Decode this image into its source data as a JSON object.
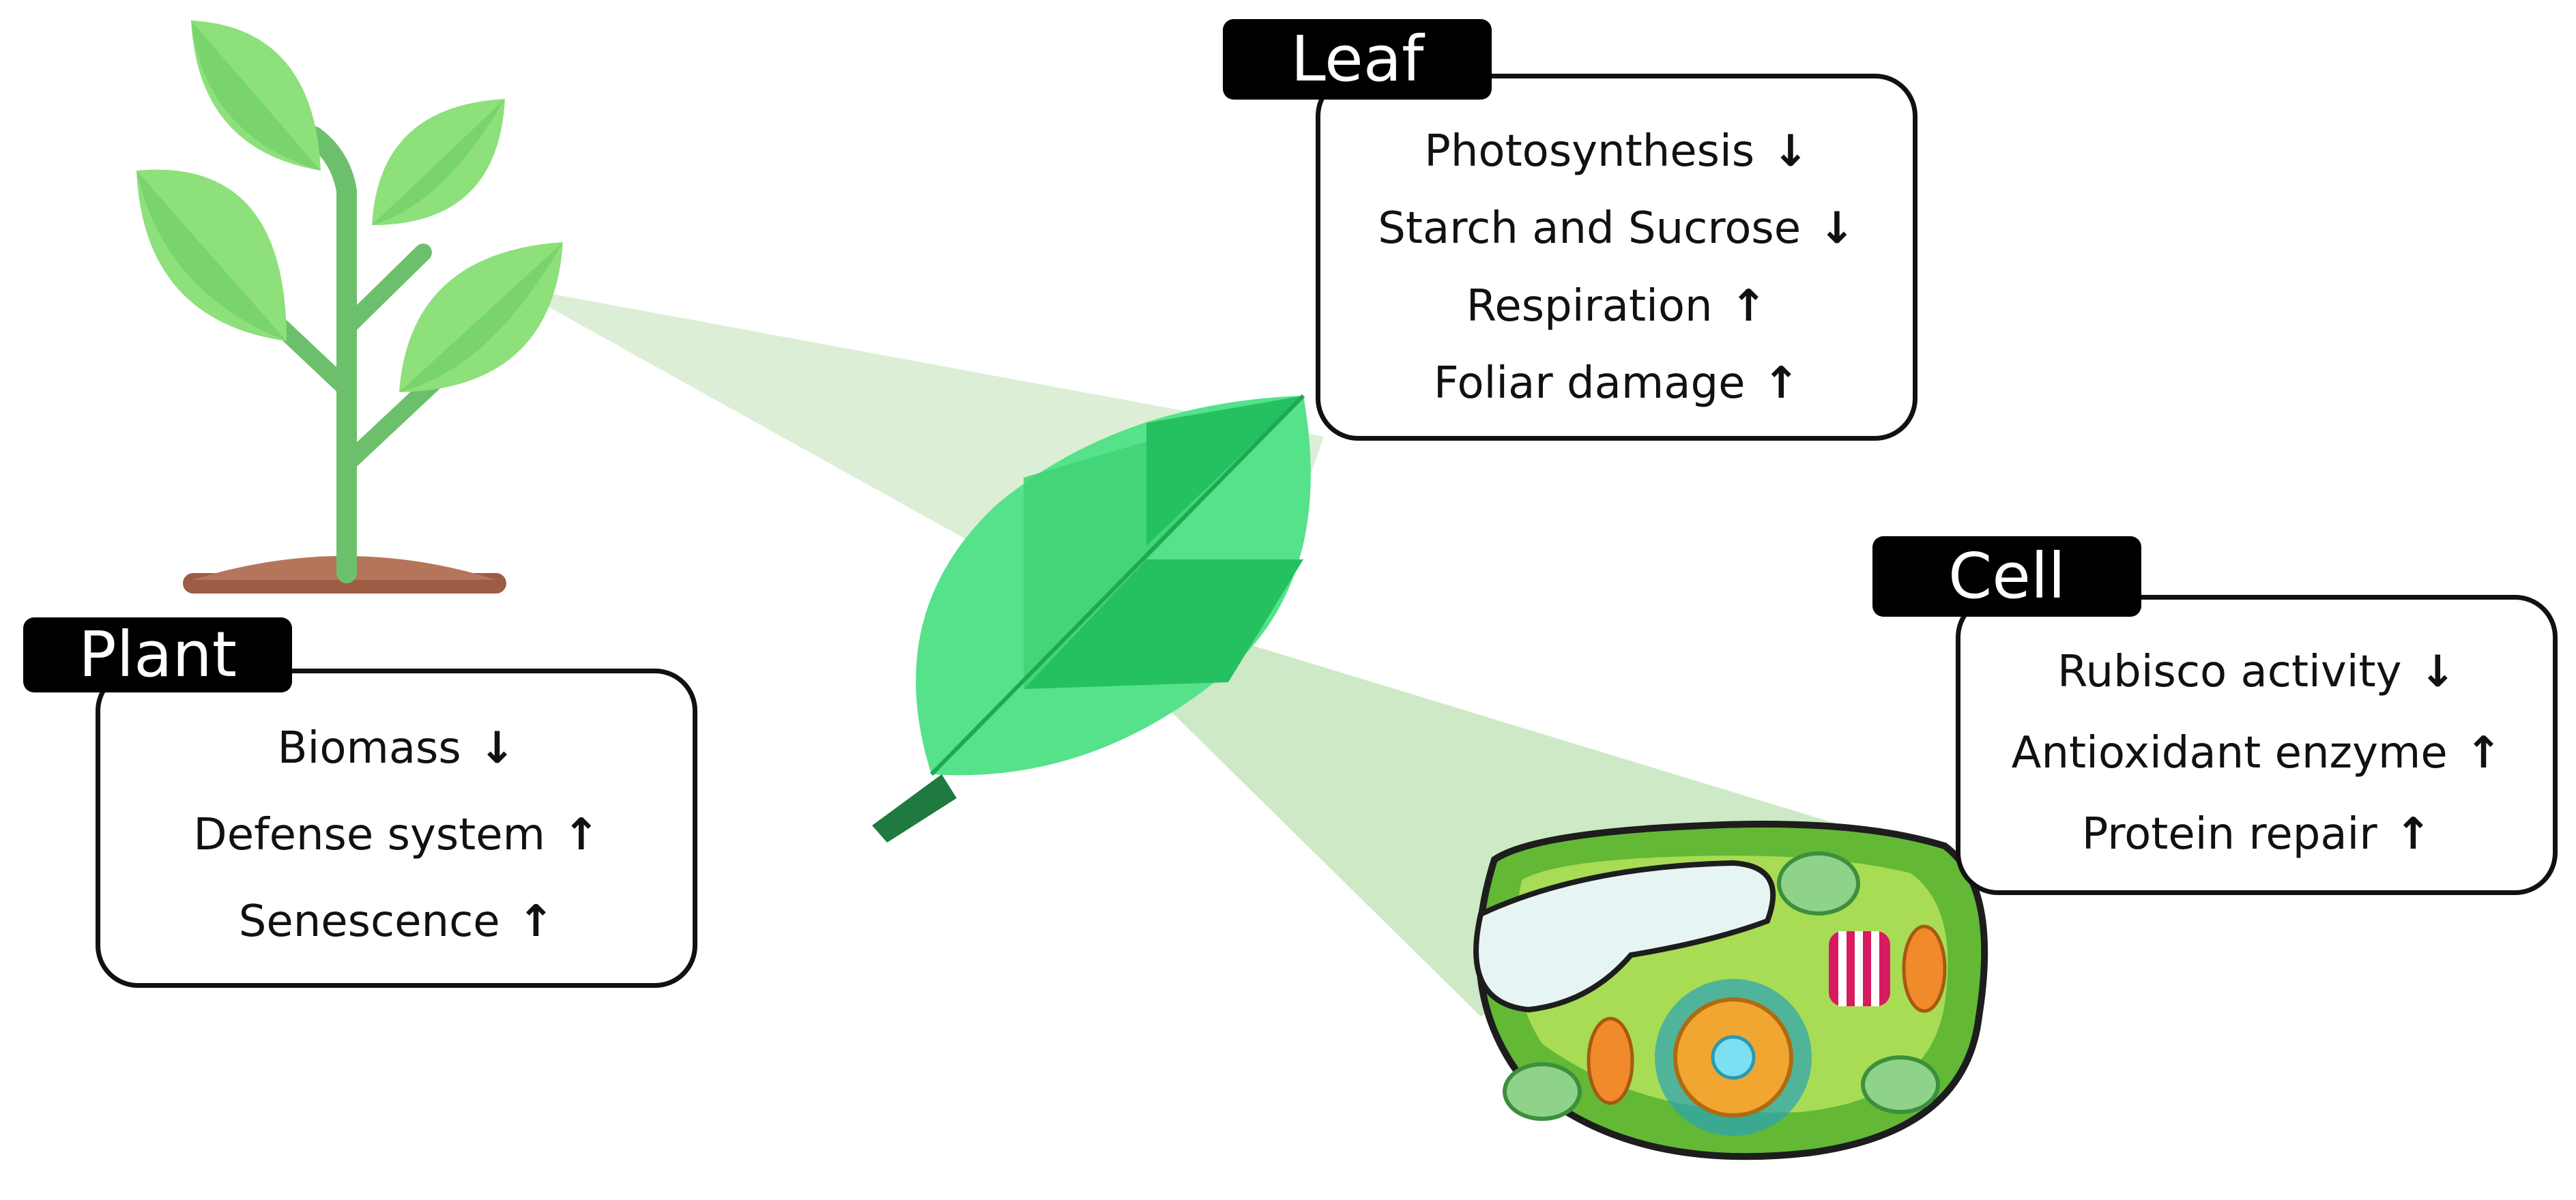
{
  "plant": {
    "label": "Plant",
    "effects": [
      {
        "text": "Biomass",
        "arrow": "↓"
      },
      {
        "text": "Defense system",
        "arrow": "↑"
      },
      {
        "text": "Senescence",
        "arrow": "↑"
      }
    ]
  },
  "leaf": {
    "label": "Leaf",
    "effects": [
      {
        "text": "Photosynthesis",
        "arrow": "↓"
      },
      {
        "text": "Starch and Sucrose",
        "arrow": "↓"
      },
      {
        "text": "Respiration",
        "arrow": "↑"
      },
      {
        "text": "Foliar damage",
        "arrow": "↑"
      }
    ]
  },
  "cell": {
    "label": "Cell",
    "effects": [
      {
        "text": "Rubisco activity",
        "arrow": "↓"
      },
      {
        "text": "Antioxidant enzyme",
        "arrow": "↑"
      },
      {
        "text": "Protein repair",
        "arrow": "↑"
      }
    ]
  },
  "colors": {
    "beam": "#d6ecd0",
    "leaf_light": "#55e28a",
    "leaf_dark": "#25c160",
    "plant_leaf": "#8ee07b",
    "plant_stem": "#6dc06b",
    "soil": "#b5755b"
  }
}
